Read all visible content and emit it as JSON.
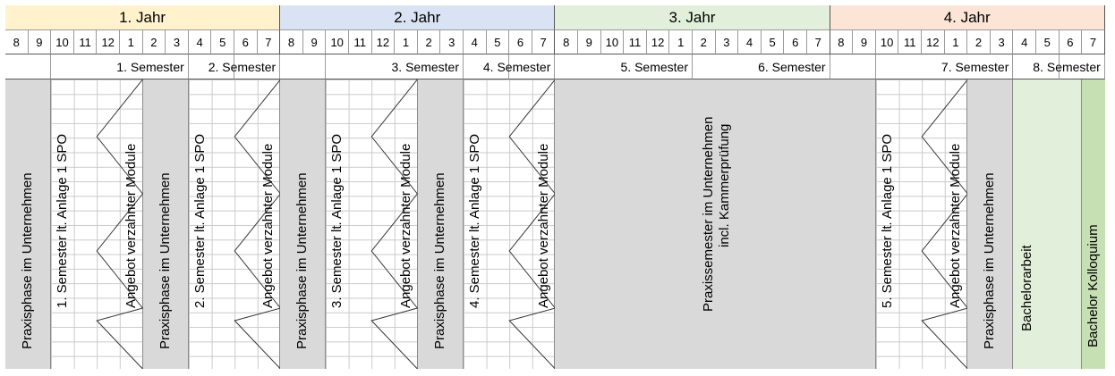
{
  "years": [
    {
      "label": "1. Jahr",
      "color": "#fff2cc"
    },
    {
      "label": "2. Jahr",
      "color": "#dae3f3"
    },
    {
      "label": "3. Jahr",
      "color": "#e2efda"
    },
    {
      "label": "4. Jahr",
      "color": "#fce4d6"
    }
  ],
  "months": [
    "8",
    "9",
    "10",
    "11",
    "12",
    "1",
    "2",
    "3",
    "4",
    "5",
    "6",
    "7"
  ],
  "semesters": [
    "1. Semester",
    "2. Semester",
    "3. Semester",
    "4. Semester",
    "5. Semester",
    "6. Semester",
    "7. Semester",
    "8. Semester"
  ],
  "blocks": {
    "praxis_phase": "Praxisphase im Unternehmen",
    "sem1": "1. Semester lt. Anlage 1 SPO",
    "sem2": "2. Semester lt. Anlage 1 SPO",
    "sem3": "3. Semester lt. Anlage 1 SPO",
    "sem4": "4. Semester lt. Anlage 1 SPO",
    "sem5": "5. Semester lt. Anlage 1 SPO",
    "angebot": "Angebot verzahnter Module",
    "praxissemester_line1": "Praxissemester im Unternehmen",
    "praxissemester_line2": "incl. Kammerprüfung",
    "bachelorarbeit": "Bachelorarbeit",
    "kolloquium": "Bachelor Kolloquium"
  },
  "colors": {
    "grey": "#d9d9d9",
    "bachelorarbeit": "#e2efda",
    "kolloquium": "#c6e0b4"
  }
}
